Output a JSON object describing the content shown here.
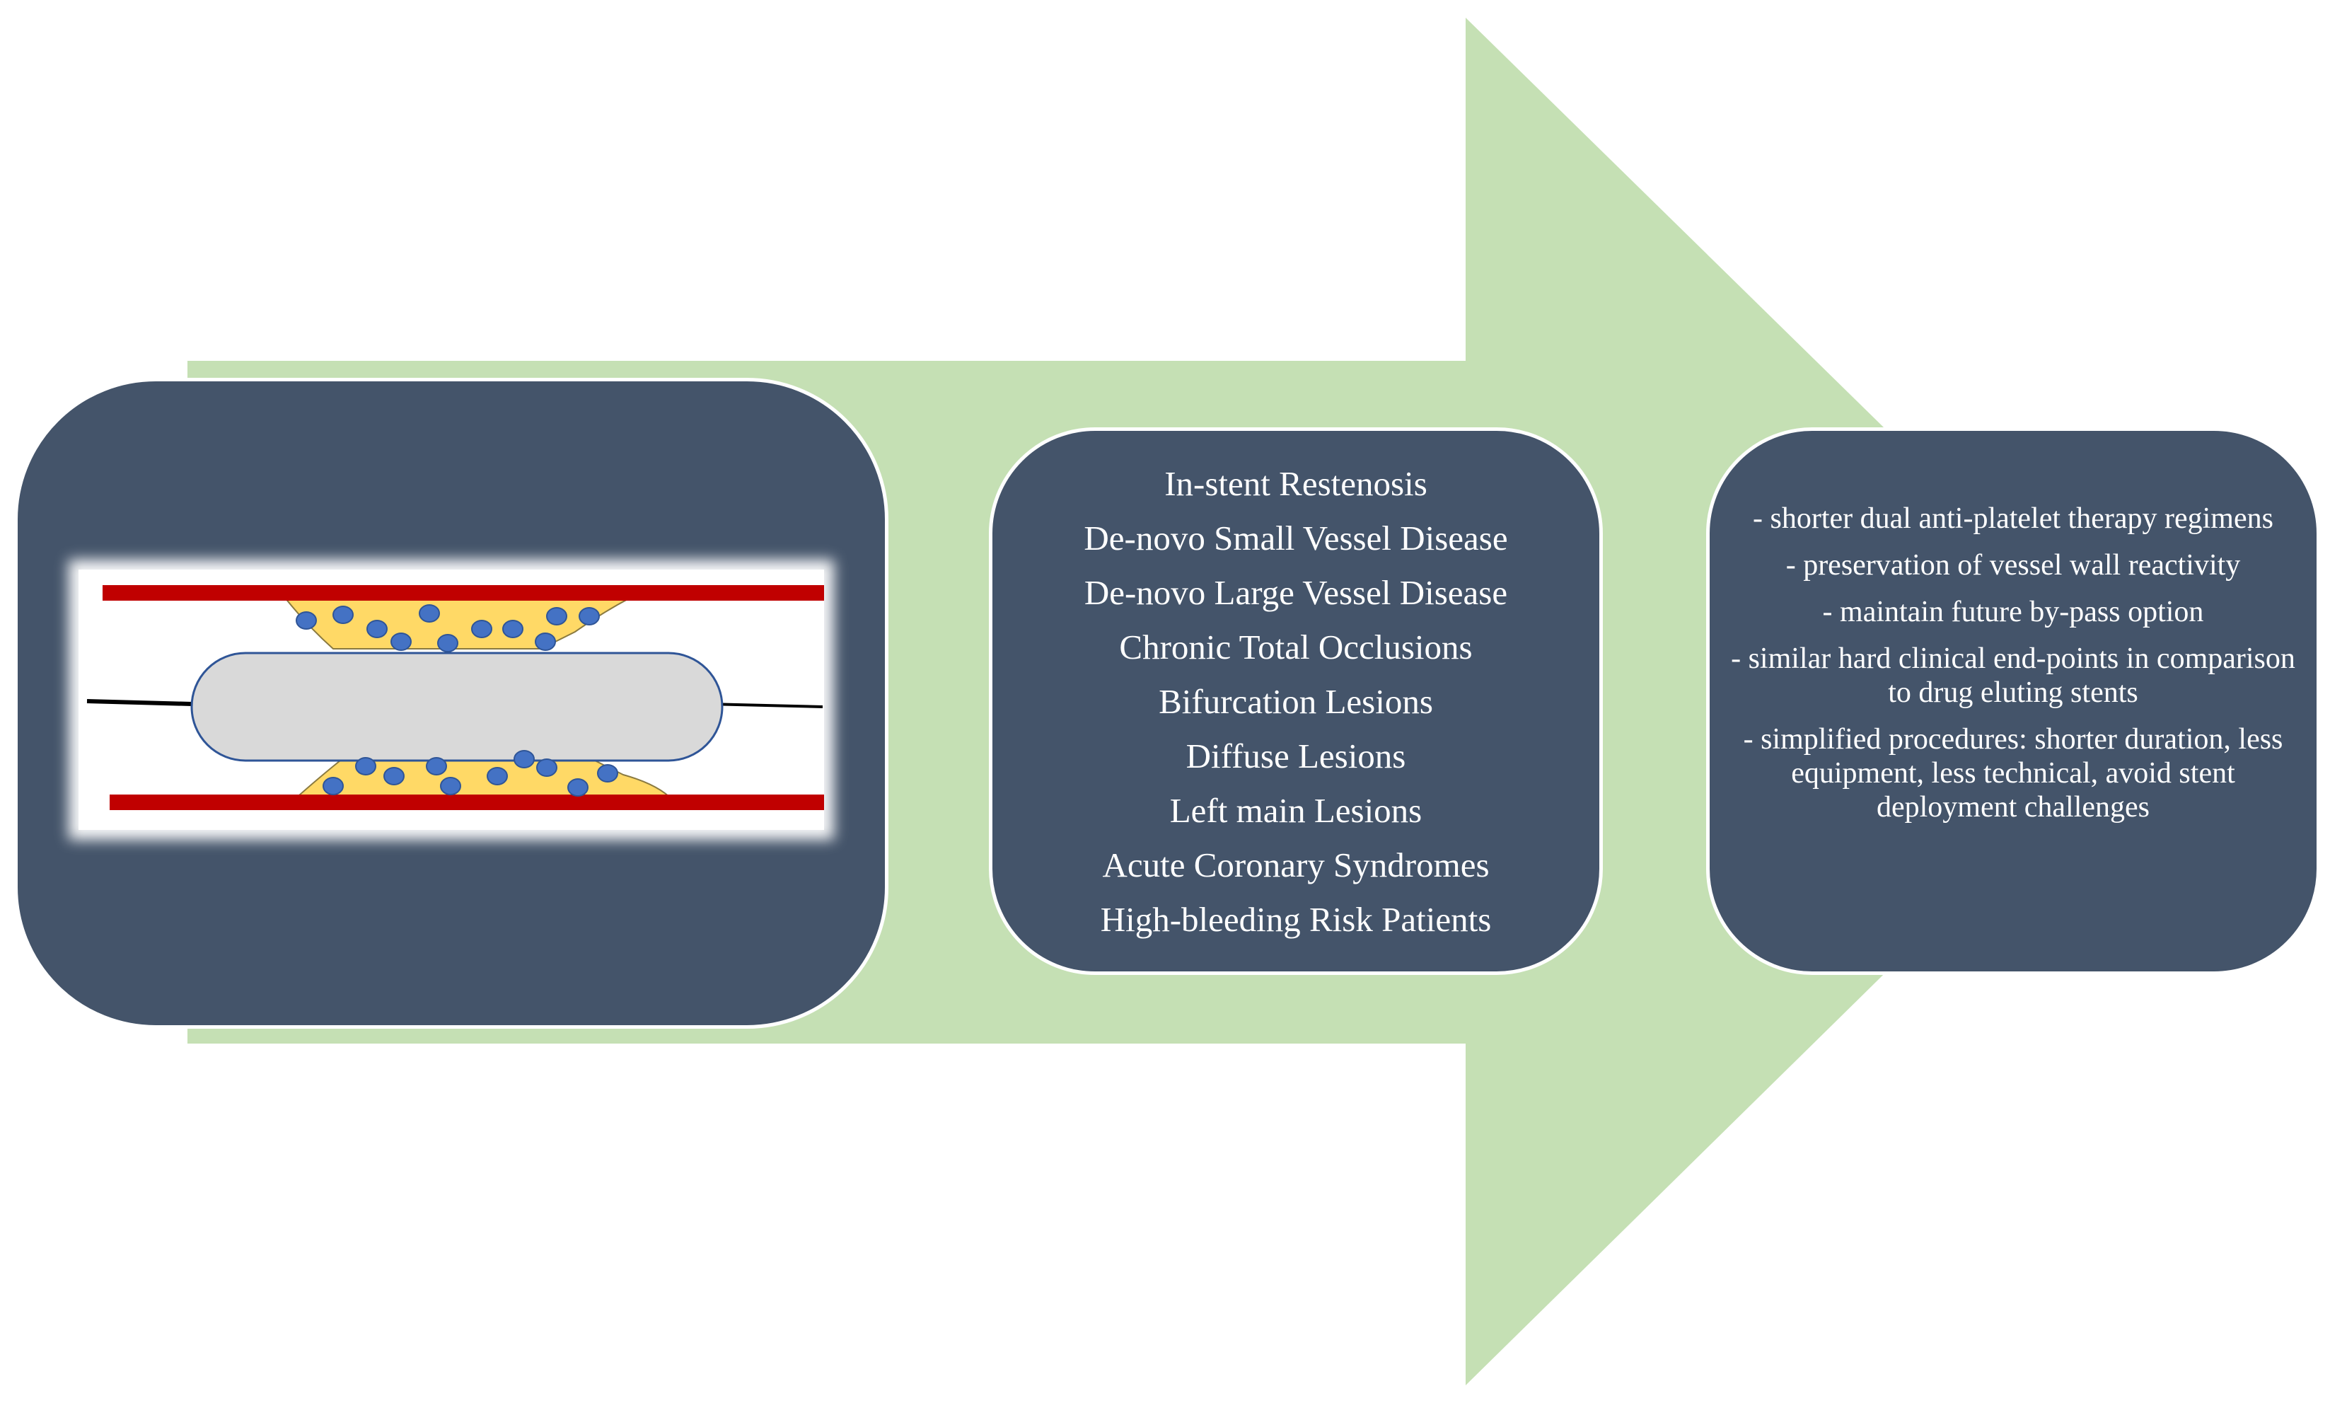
{
  "colors": {
    "arrow_fill": "#c5e0b4",
    "panel_fill": "#44546a",
    "panel_text": "#ffffff",
    "vessel_wall": "#c00000",
    "plaque": "#ffd966",
    "drug_particle": "#4472c4",
    "balloon": "#d9d9d9",
    "guidewire": "#000000"
  },
  "indications": {
    "items": [
      "In-stent Restenosis",
      "De-novo Small Vessel Disease",
      "De-novo Large Vessel Disease",
      "Chronic Total Occlusions",
      "Bifurcation Lesions",
      "Diffuse Lesions",
      "Left main Lesions",
      "Acute Coronary Syndromes",
      "High-bleeding Risk Patients"
    ]
  },
  "advantages": {
    "items": [
      "- shorter dual anti-platelet therapy regimens",
      "- preservation of vessel wall reactivity",
      "- maintain future by-pass option",
      "- similar hard clinical end-points in comparison to drug eluting stents",
      "- simplified procedures: shorter duration, less equipment, less technical, avoid stent deployment challenges"
    ]
  }
}
